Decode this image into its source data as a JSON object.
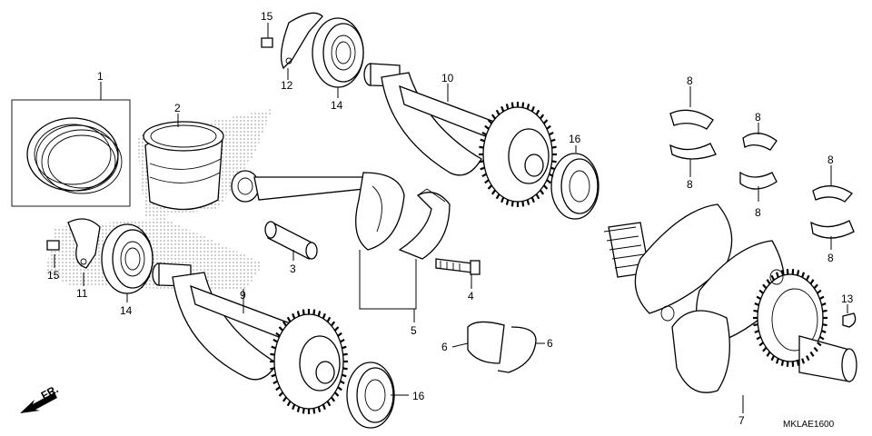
{
  "diagram": {
    "code": "MKLAE1600",
    "direction_label": "FR.",
    "callouts": {
      "c1": "1",
      "c2": "2",
      "c3": "3",
      "c4": "4",
      "c5": "5",
      "c6a": "6",
      "c6b": "6",
      "c7": "7",
      "c8a": "8",
      "c8b": "8",
      "c8c": "8",
      "c8d": "8",
      "c8e": "8",
      "c8f": "8",
      "c9": "9",
      "c10": "10",
      "c11": "11",
      "c12": "12",
      "c13": "13",
      "c14a": "14",
      "c14b": "14",
      "c15a": "15",
      "c15b": "15",
      "c16a": "16",
      "c16b": "16"
    }
  }
}
